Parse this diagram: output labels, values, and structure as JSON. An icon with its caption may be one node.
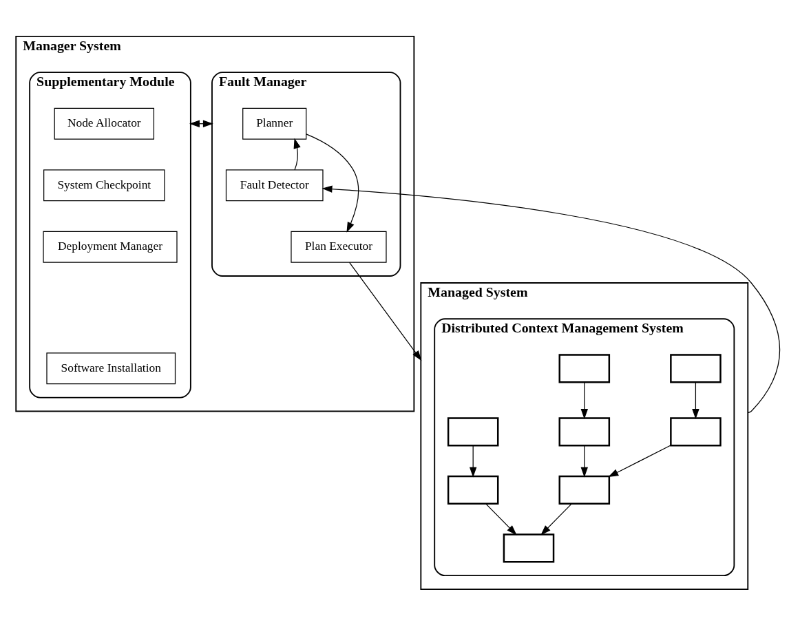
{
  "diagram": {
    "nodes": [
      {
        "text": [
          "Manager System"
        ]
      },
      {
        "text": [
          "Fault Manager"
        ],
        "in": 0
      },
      {
        "text": [
          "Planner"
        ],
        "in": 1
      },
      {
        "text": [
          "Fault Detector"
        ],
        "in": 1
      },
      {
        "text": [
          "Plan Executor"
        ],
        "in": 1
      },
      {
        "text": [
          "Supplementary Module"
        ],
        "in": 0
      },
      {
        "text": [
          "Node Allocator"
        ],
        "in": 5
      },
      {
        "text": [
          "System Checkpoint"
        ],
        "in": 5
      },
      {
        "text": [
          "Deployment Manager"
        ],
        "in": 5
      },
      {
        "text": [
          "Software Installation"
        ],
        "in": 5
      },
      {
        "text": [
          "Managed System"
        ]
      },
      {
        "text": [
          "Distributed Context Management System"
        ],
        "in": 10
      },
      {
        "text": [],
        "shape": "box",
        "in": 11
      },
      {
        "text": [],
        "shape": "box",
        "in": 11
      },
      {
        "text": [],
        "shape": "box",
        "in": 11
      },
      {
        "text": [],
        "shape": "box",
        "in": 11
      },
      {
        "text": [],
        "shape": "box",
        "in": 11
      },
      {
        "text": [],
        "shape": "box",
        "in": 11
      },
      {
        "text": [],
        "shape": "box",
        "in": 11
      },
      {
        "text": [],
        "shape": "box",
        "in": 11
      }
    ],
    "edges": [
      {
        "from": 3,
        "to": 2,
        "arrow": "to"
      },
      {
        "from": 2,
        "to": 4,
        "arrow": "to"
      },
      {
        "from": 1,
        "to": 5,
        "arrow": "both"
      },
      {
        "from": 10,
        "to": 3,
        "arrow": "to"
      },
      {
        "from": 4,
        "to": 10,
        "arrow": "to"
      },
      {
        "from": 14,
        "to": 15,
        "arrow": "to"
      },
      {
        "from": 13,
        "to": 16,
        "arrow": "to"
      },
      {
        "from": 12,
        "to": 17,
        "arrow": "to"
      },
      {
        "from": 15,
        "to": 18,
        "arrow": "to"
      },
      {
        "from": 16,
        "to": 18,
        "arrow": "to"
      },
      {
        "from": 17,
        "to": 19,
        "arrow": "to"
      },
      {
        "from": 18,
        "to": 19,
        "arrow": "to"
      }
    ]
  }
}
